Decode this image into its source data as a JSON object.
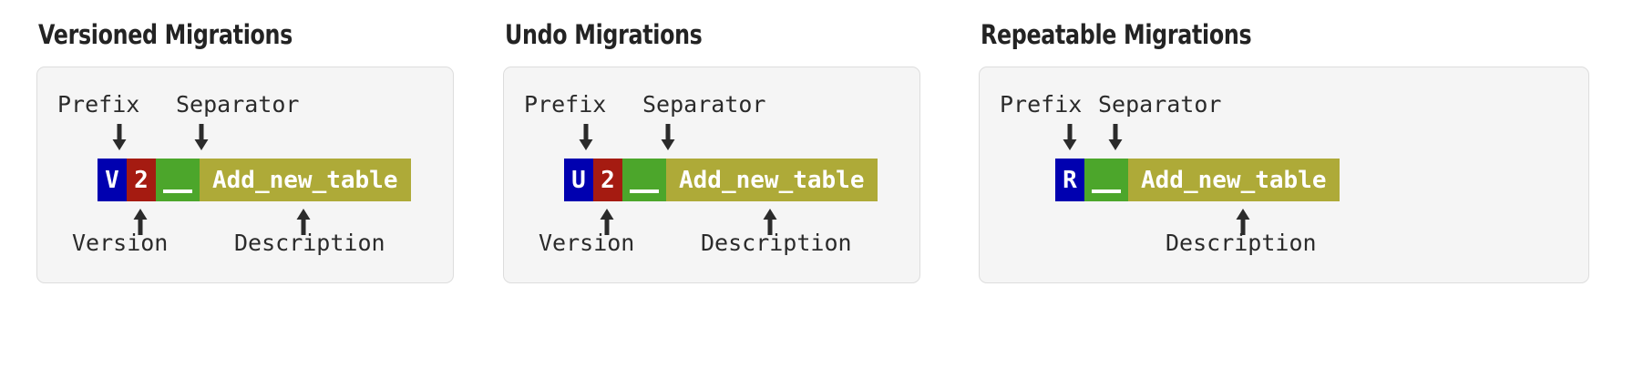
{
  "page": {
    "background": "#ffffff",
    "accent_colors": {
      "prefix_blue": "#0000b0",
      "version_red": "#a51b11",
      "separator_green": "#4ca62b",
      "description_olive": "#aeaa38",
      "card_background": "#f5f5f5",
      "card_border": "#dddddd",
      "title_text": "#232323",
      "label_text": "#2b2b2b",
      "segment_text": "#ffffff"
    }
  },
  "panels": [
    {
      "id": "versioned",
      "title": "Versioned Migrations",
      "top_labels": [
        "Prefix",
        "Separator"
      ],
      "bottom_labels": [
        "Version",
        "Description"
      ],
      "filename": {
        "prefix": "V",
        "version": "2",
        "separator": "__",
        "description": "Add_new_table",
        "full": "V2__Add_new_table"
      },
      "has_version": true,
      "down_arrows": 2,
      "up_arrows": 2
    },
    {
      "id": "undo",
      "title": "Undo Migrations",
      "top_labels": [
        "Prefix",
        "Separator"
      ],
      "bottom_labels": [
        "Version",
        "Description"
      ],
      "filename": {
        "prefix": "U",
        "version": "2",
        "separator": "__",
        "description": "Add_new_table",
        "full": "U2__Add_new_table"
      },
      "has_version": true,
      "down_arrows": 2,
      "up_arrows": 2
    },
    {
      "id": "repeatable",
      "title": "Repeatable Migrations",
      "top_labels": [
        "Prefix",
        "Separator"
      ],
      "bottom_labels": [
        "Description"
      ],
      "filename": {
        "prefix": "R",
        "version": "",
        "separator": "__",
        "description": "Add_new_table",
        "full": "R__Add_new_table"
      },
      "has_version": false,
      "down_arrows": 2,
      "up_arrows": 1
    }
  ]
}
